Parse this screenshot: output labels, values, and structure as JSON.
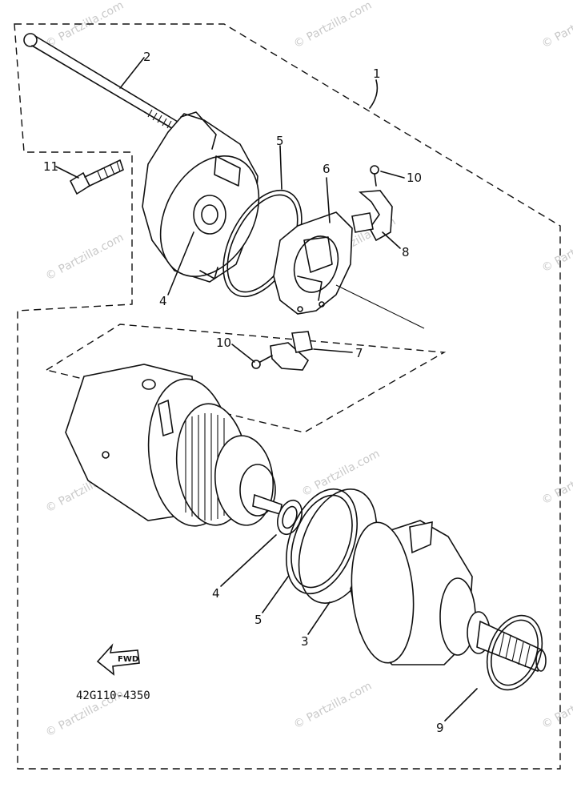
{
  "diagram": {
    "part_code": "42G110-4350",
    "direction_label": "FWD",
    "watermark": "© Partzilla.com",
    "callouts": {
      "c1": "1",
      "c2": "2",
      "c3": "3",
      "c4a": "4",
      "c4b": "4",
      "c5a": "5",
      "c5b": "5",
      "c6": "6",
      "c7": "7",
      "c8": "8",
      "c9": "9",
      "c10a": "10",
      "c10b": "10",
      "c11": "11"
    }
  }
}
